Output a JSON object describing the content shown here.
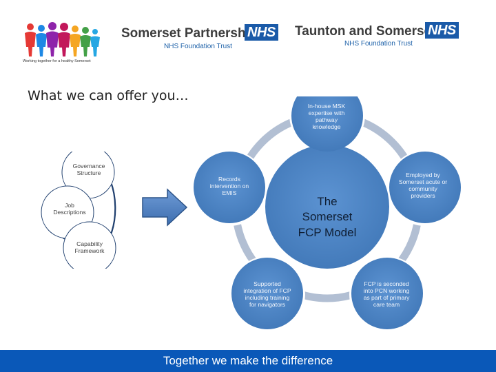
{
  "header": {
    "logo_caption": "Working together for a healthy Somerset",
    "org1_name": "Somerset Partnership",
    "org1_sub": "NHS Foundation Trust",
    "org2_name": "Taunton and Somerset",
    "org2_sub": "NHS Foundation Trust",
    "nhs_badge": "NHS",
    "people_colors": [
      "#e53935",
      "#1e88e5",
      "#8e24aa",
      "#c2185b",
      "#f5a623",
      "#43a047",
      "#26a7e3"
    ]
  },
  "headline": "What we can offer you…",
  "left_cycle": {
    "items": [
      "Governance Structure",
      "Job Descriptions",
      "Capability Framework"
    ]
  },
  "model": {
    "center_lines": [
      "The",
      "Somerset",
      "FCP Model"
    ],
    "nodes": [
      "In-house MSK expertise with pathway knowledge",
      "Employed by Somerset acute or community providers",
      "FCP is seconded into PCN working as part of primary care team",
      "Supported integration of FCP including training for navigators",
      "Records intervention on EMIS"
    ]
  },
  "colors": {
    "circle_fill": "#4a84c4",
    "ring": "#b2bfd3",
    "arrow": "#4a7bbd",
    "footer": "#0a58b8"
  },
  "footer": {
    "text": "Together we make the difference"
  }
}
